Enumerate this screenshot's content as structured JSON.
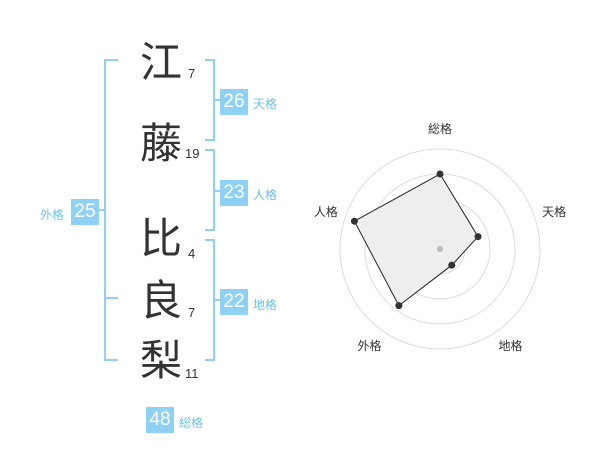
{
  "name_chars": [
    {
      "char": "江",
      "strokes": "7"
    },
    {
      "char": "藤",
      "strokes": "19"
    },
    {
      "char": "比",
      "strokes": "4"
    },
    {
      "char": "良",
      "strokes": "7"
    },
    {
      "char": "梨",
      "strokes": "11"
    }
  ],
  "fortunes": {
    "tenkaku": {
      "value": "26",
      "label": "天格"
    },
    "jinkaku": {
      "value": "23",
      "label": "人格"
    },
    "chikaku": {
      "value": "22",
      "label": "地格"
    },
    "gaikaku": {
      "value": "25",
      "label": "外格"
    },
    "soukaku": {
      "value": "48",
      "label": "総格"
    }
  },
  "colors": {
    "accent": "#8fd1f5",
    "accent_text": "#6cc0ee",
    "bracket": "#8fd1f5",
    "radar_fill": "#eeeeee"
  },
  "chart_data": {
    "type": "radar",
    "axes": [
      "総格",
      "天格",
      "地格",
      "外格",
      "人格"
    ],
    "values": [
      0.75,
      0.4,
      0.2,
      0.7,
      0.9
    ],
    "rings": 4
  }
}
